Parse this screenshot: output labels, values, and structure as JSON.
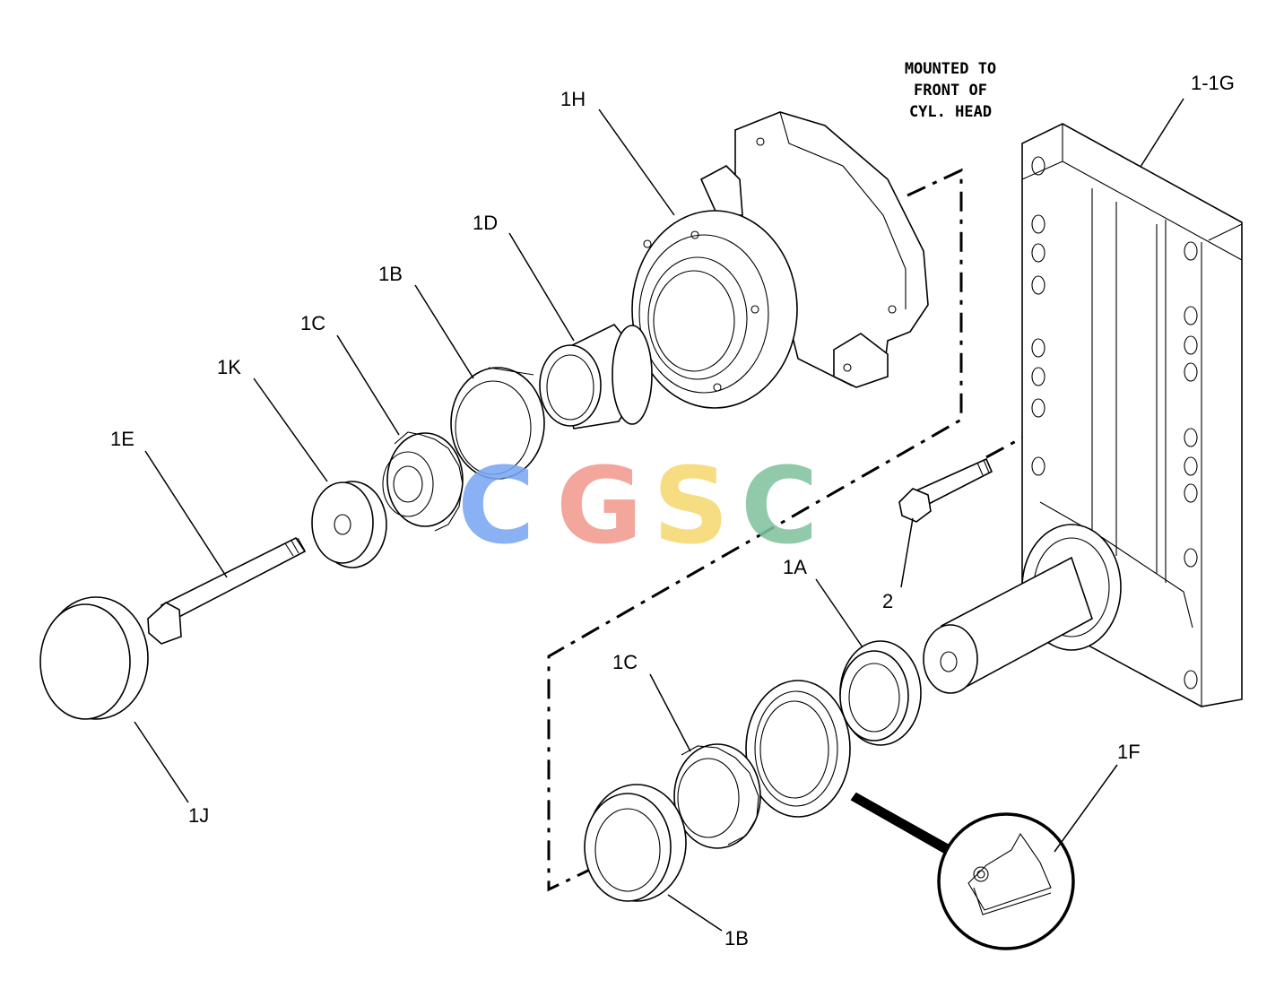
{
  "note": {
    "lines": [
      "MOUNTED TO",
      "FRONT OF",
      "CYL. HEAD"
    ]
  },
  "labels": {
    "p_1H": "1H",
    "p_1_1G": "1-1G",
    "p_1D": "1D",
    "p_1B_top": "1B",
    "p_1C_top": "1C",
    "p_1K": "1K",
    "p_1E": "1E",
    "p_1J": "1J",
    "p_1A": "1A",
    "p_2": "2",
    "p_1C_bottom": "1C",
    "p_1F": "1F",
    "p_1B_bottom": "1B"
  },
  "watermark": {
    "letters": [
      "C",
      "G",
      "S",
      "C"
    ],
    "colors": [
      "#7aa7f3",
      "#f19a8f",
      "#f6d970",
      "#82c3a0"
    ]
  }
}
